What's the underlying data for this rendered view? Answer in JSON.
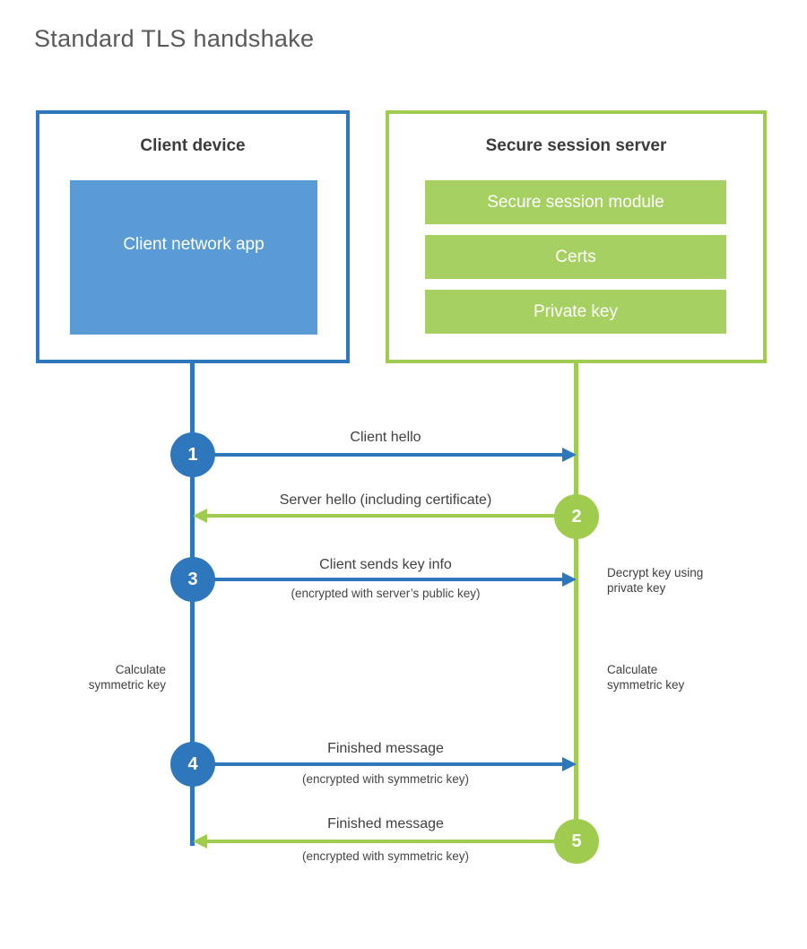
{
  "title": "Standard TLS handshake",
  "colors": {
    "blue": "#2f77bd",
    "blue_light": "#5b9bd5",
    "green": "#9fcc4f",
    "green_light": "#a6d061",
    "label_text": "#404040",
    "title_text": "#595959"
  },
  "client": {
    "title": "Client device",
    "module": "Client network app"
  },
  "server": {
    "title": "Secure session server",
    "modules": [
      "Secure session module",
      "Certs",
      "Private key"
    ]
  },
  "steps": [
    {
      "number": "1",
      "from": "client",
      "to": "server",
      "label": "Client hello",
      "sublabel": ""
    },
    {
      "number": "2",
      "from": "server",
      "to": "client",
      "label": "Server hello (including certificate)",
      "sublabel": ""
    },
    {
      "number": "3",
      "from": "client",
      "to": "server",
      "label": "Client sends key info",
      "sublabel": "(encrypted with server’s public key)",
      "side_note": "Decrypt key using private key"
    },
    {
      "number": "4",
      "from": "client",
      "to": "server",
      "label": "Finished message",
      "sublabel": "(encrypted with symmetric key)"
    },
    {
      "number": "5",
      "from": "server",
      "to": "client",
      "label": "Finished message",
      "sublabel": "(encrypted with symmetric key)"
    }
  ],
  "notes": {
    "calculate_left": "Calculate symmetric key",
    "calculate_right": "Calculate symmetric key"
  }
}
